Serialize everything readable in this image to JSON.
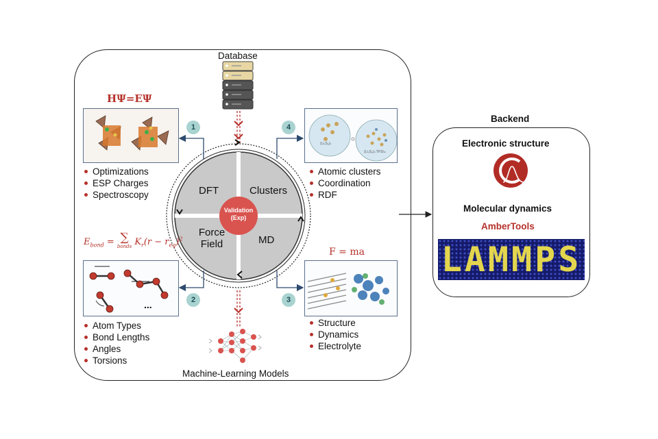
{
  "top_label": "Database",
  "bottom_label": "Machine-Learning Models",
  "circle": {
    "q1": "DFT",
    "q2": "Clusters",
    "q3_line1": "Force",
    "q3_line2": "Field",
    "q4": "MD",
    "center_line1": "Validation",
    "center_line2": "(Exp)"
  },
  "panels": {
    "dft": {
      "badge": "1",
      "equation": "HΨ=EΨ",
      "bullets": [
        "Optimizations",
        "ESP Charges",
        "Spectroscopy"
      ]
    },
    "clusters": {
      "badge": "4",
      "bullets": [
        "Atomic clusters",
        "Coordination",
        "RDF"
      ],
      "small_label_1": "(Li₂S₆)ₙ",
      "small_label_2": "(Li₂S₆)ₙ:TFSIₘ"
    },
    "force_field": {
      "badge": "2",
      "equation_lhs": "E",
      "equation_lhs_sub": "bond",
      "equation_sum_sub": "bonds",
      "equation_rhs": "K",
      "equation_rhs_sub": "r",
      "equation_tail": "(r − r",
      "equation_tail_sub": "eq",
      "equation_tail_end": ")",
      "equation_power": "2",
      "ellipsis": "...",
      "bullets": [
        "Atom Types",
        "Bond Lengths",
        "Angles",
        "Torsions"
      ]
    },
    "md": {
      "badge": "3",
      "equation": "F = ma",
      "bullets": [
        "Structure",
        "Dynamics",
        "Electrolyte"
      ]
    }
  },
  "backend": {
    "title": "Backend",
    "electronic_structure": "Electronic structure",
    "molecular_dynamics": "Molecular dynamics",
    "ambertools": "AmberTools",
    "lammps": "LAMMPS"
  },
  "colors": {
    "accent_red": "#b5312a",
    "center_red": "#d9534f",
    "circle_fill": "#c9c9c9",
    "badge_teal": "#a9d3d0",
    "connector_navy": "#2e4a6e",
    "lammps_bg": "#151a6a",
    "lammps_text": "#e3d64e"
  },
  "icons": [
    "database-server-icon",
    "neural-network-icon",
    "gaussian-logo-icon",
    "chevron-down-icon"
  ]
}
